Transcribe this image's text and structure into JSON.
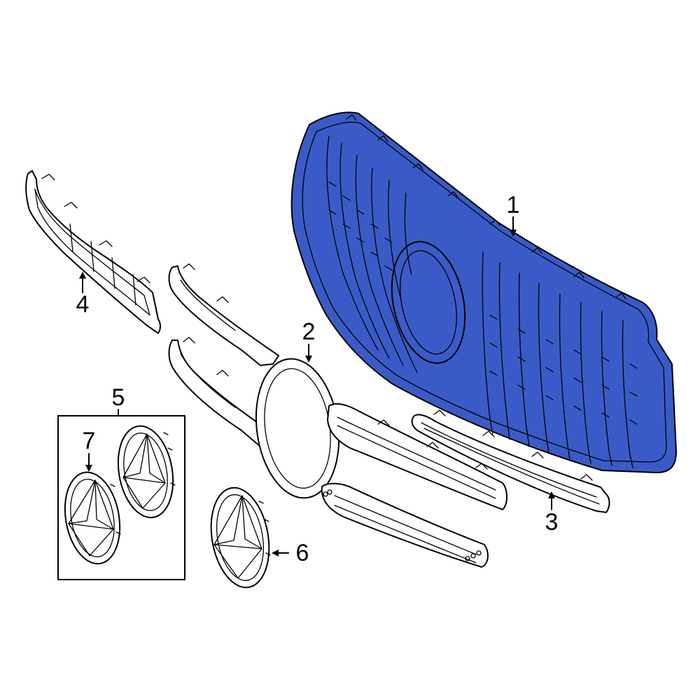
{
  "diagram": {
    "highlight_color": "#3a5bc7",
    "line_color": "#000000",
    "background": "#ffffff",
    "callouts": {
      "c1": "1",
      "c2": "2",
      "c3": "3",
      "c4": "4",
      "c5": "5",
      "c6": "6",
      "c7": "7"
    },
    "parts": [
      {
        "callout": "1",
        "name": "grille-assembly",
        "highlighted": true
      },
      {
        "callout": "2",
        "name": "grille-frame",
        "highlighted": false
      },
      {
        "callout": "3",
        "name": "lower-molding",
        "highlighted": false
      },
      {
        "callout": "4",
        "name": "upper-molding",
        "highlighted": false
      },
      {
        "callout": "5",
        "name": "emblem-kit",
        "highlighted": false
      },
      {
        "callout": "6",
        "name": "emblem",
        "highlighted": false
      },
      {
        "callout": "7",
        "name": "emblem-inner",
        "highlighted": false
      }
    ]
  }
}
